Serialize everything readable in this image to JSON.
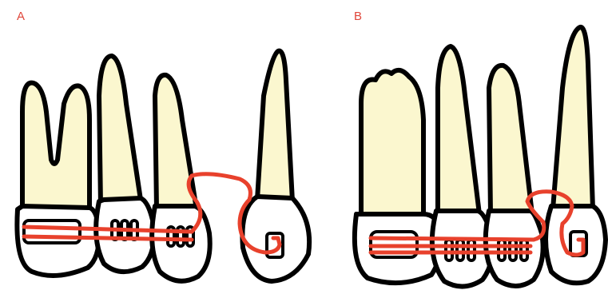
{
  "panels": [
    {
      "id": "A",
      "label": "A"
    },
    {
      "id": "B",
      "label": "B"
    }
  ],
  "colors": {
    "wire": "#e8412c",
    "crown": "#fbf7cf",
    "outline": "#000000",
    "label": "#e0463a"
  }
}
